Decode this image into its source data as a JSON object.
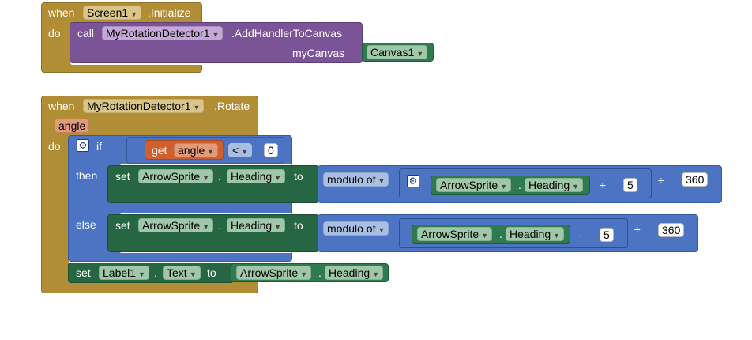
{
  "block1": {
    "when": "when",
    "component": "Screen1",
    "event": ".Initialize",
    "do": "do",
    "call": "call",
    "call_component": "MyRotationDetector1",
    "method": ".AddHandlerToCanvas",
    "arg_label": "myCanvas",
    "arg_value": "Canvas1"
  },
  "block2": {
    "when": "when",
    "component": "MyRotationDetector1",
    "event": ".Rotate",
    "param": "angle",
    "do": "do",
    "if_label": "if",
    "get_label": "get",
    "get_var": "angle",
    "compare_op": "<",
    "compare_value": "0",
    "then_label": "then",
    "else_label": "else",
    "then_set": {
      "set": "set",
      "component": "ArrowSprite",
      "dot": ".",
      "property": "Heading",
      "to": "to",
      "modulo": "modulo of",
      "inner_component": "ArrowSprite",
      "inner_dot": ".",
      "inner_property": "Heading",
      "op": "+",
      "operand": "5",
      "divide": "÷",
      "divisor": "360"
    },
    "else_set": {
      "set": "set",
      "component": "ArrowSprite",
      "dot": ".",
      "property": "Heading",
      "to": "to",
      "modulo": "modulo of",
      "inner_component": "ArrowSprite",
      "inner_dot": ".",
      "inner_property": "Heading",
      "op": "-",
      "operand": "5",
      "divide": "÷",
      "divisor": "360"
    },
    "label_set": {
      "set": "set",
      "component": "Label1",
      "dot": ".",
      "property": "Text",
      "to": "to",
      "value_component": "ArrowSprite",
      "value_dot": ".",
      "value_property": "Heading"
    }
  },
  "colors": {
    "event": "#b18e35",
    "procedure": "#7b5497",
    "setter": "#266643",
    "control": "#4c74c2",
    "variable": "#d05f2d"
  }
}
